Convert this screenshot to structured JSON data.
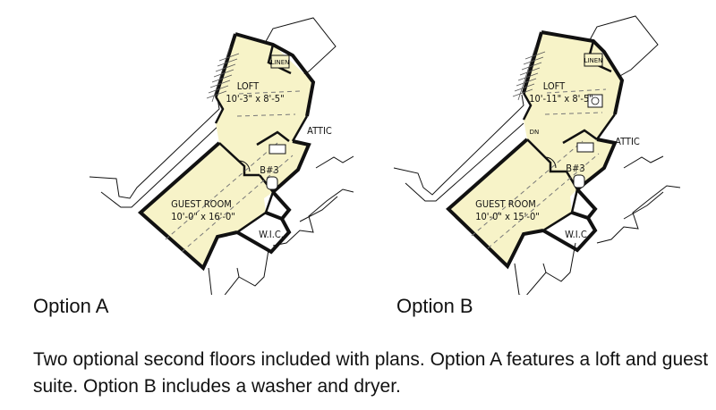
{
  "plans": [
    {
      "option_label": "Option A",
      "loft_label": "LOFT",
      "loft_size": "10'-3\" x 8'-5\"",
      "attic_label": "ATTIC",
      "guest_room_label": "GUEST ROOM",
      "guest_room_size": "10'-0\" x 16'-0\"",
      "bath_label": "B#3",
      "wic_label": "W.I.C.",
      "dn_label": "",
      "linen_label": "LINEN"
    },
    {
      "option_label": "Option B",
      "loft_label": "LOFT",
      "loft_size": "10'-11\" x 8'-5\"",
      "attic_label": "ATTIC",
      "guest_room_label": "GUEST ROOM",
      "guest_room_size": "10'-0\" x 15'-0\"",
      "bath_label": "B#3",
      "wic_label": "W.I.C.",
      "dn_label": "DN",
      "linen_label": "LINEN"
    }
  ],
  "caption": "Two optional second floors included with plans. Option A features a loft and guest suite. Option B includes a washer and dryer.",
  "colors": {
    "floor_fill": "#f7f3c8",
    "wall": "#111111",
    "background": "#ffffff"
  }
}
